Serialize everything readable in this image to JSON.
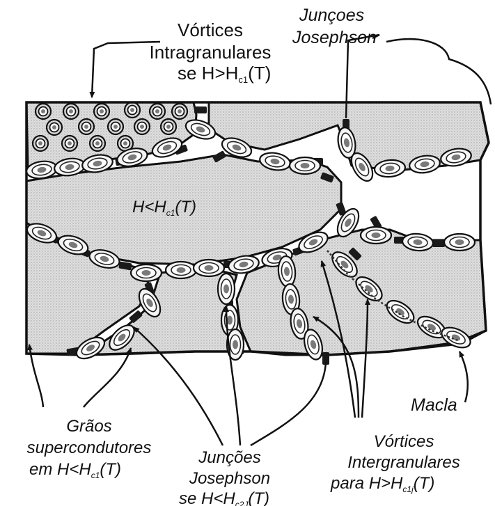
{
  "labels": {
    "vortices_intra_l1": "Vórtices",
    "vortices_intra_l2": "Intragranulares",
    "vortices_intra_l3": "se H>H",
    "vortices_intra_sub": "c1",
    "vortices_intra_tail": "(T)",
    "juncoes_top_l1": "Junçoes",
    "juncoes_top_l2": "Josephson",
    "region_main": "H<H",
    "region_main_sub": "c1",
    "region_main_tail": "(T)",
    "macla": "Macla",
    "graos_l1": "Grãos",
    "graos_l2": "supercondutores",
    "graos_l3": "em H<H",
    "graos_sub": "c1",
    "graos_tail": "(T)",
    "juncoes_bot_l1": "Junções",
    "juncoes_bot_l2": "Josephson",
    "juncoes_bot_l3": "se H<H",
    "juncoes_bot_sub": "c2J",
    "juncoes_bot_tail": "(T)",
    "vortices_inter_l1": "Vórtices",
    "vortices_inter_l2": "Intergranulares",
    "vortices_inter_l3": "para H>H",
    "vortices_inter_sub": "c1j",
    "vortices_inter_tail": "(T)"
  },
  "colors": {
    "grain_fill": "#d9d9d9",
    "outline": "#111111",
    "junction": "#1a1a1a",
    "vortex_core": "#7a7a7a"
  }
}
